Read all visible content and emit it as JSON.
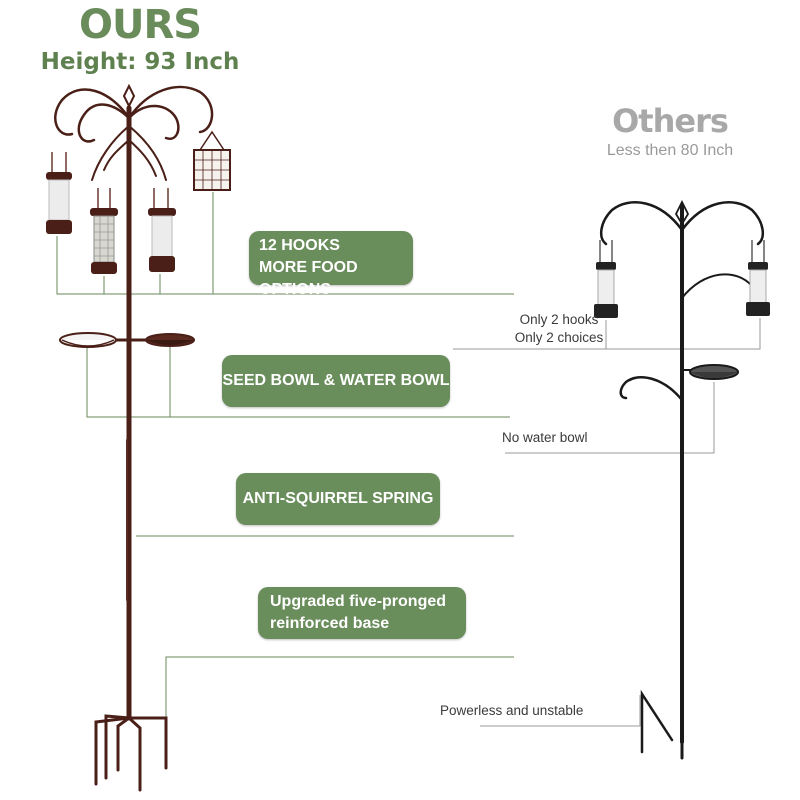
{
  "ours": {
    "title": "OURS",
    "subtitle": "Height: 93 Inch"
  },
  "others": {
    "title": "Others",
    "subtitle": "Less then 80 Inch"
  },
  "features": [
    {
      "line1": "12 HOOKS",
      "line2": "MORE FOOD OPTIONS"
    },
    {
      "line1": "SEED BOWL & WATER BOWL",
      "line2": ""
    },
    {
      "line1": "ANTI-SQUIRREL SPRING",
      "line2": ""
    },
    {
      "line1": "Upgraded five-pronged",
      "line2": "reinforced base"
    }
  ],
  "comparisons": {
    "hooks_line1": "Only 2 hooks",
    "hooks_line2": "Only 2 choices",
    "bowl": "No water bowl",
    "base": "Powerless and unstable"
  },
  "colors": {
    "badge_green": "#6a8d5c",
    "title_green": "#6a8b5a",
    "pole_brown": "#4a1f17",
    "others_grey": "#a8a8a8"
  }
}
